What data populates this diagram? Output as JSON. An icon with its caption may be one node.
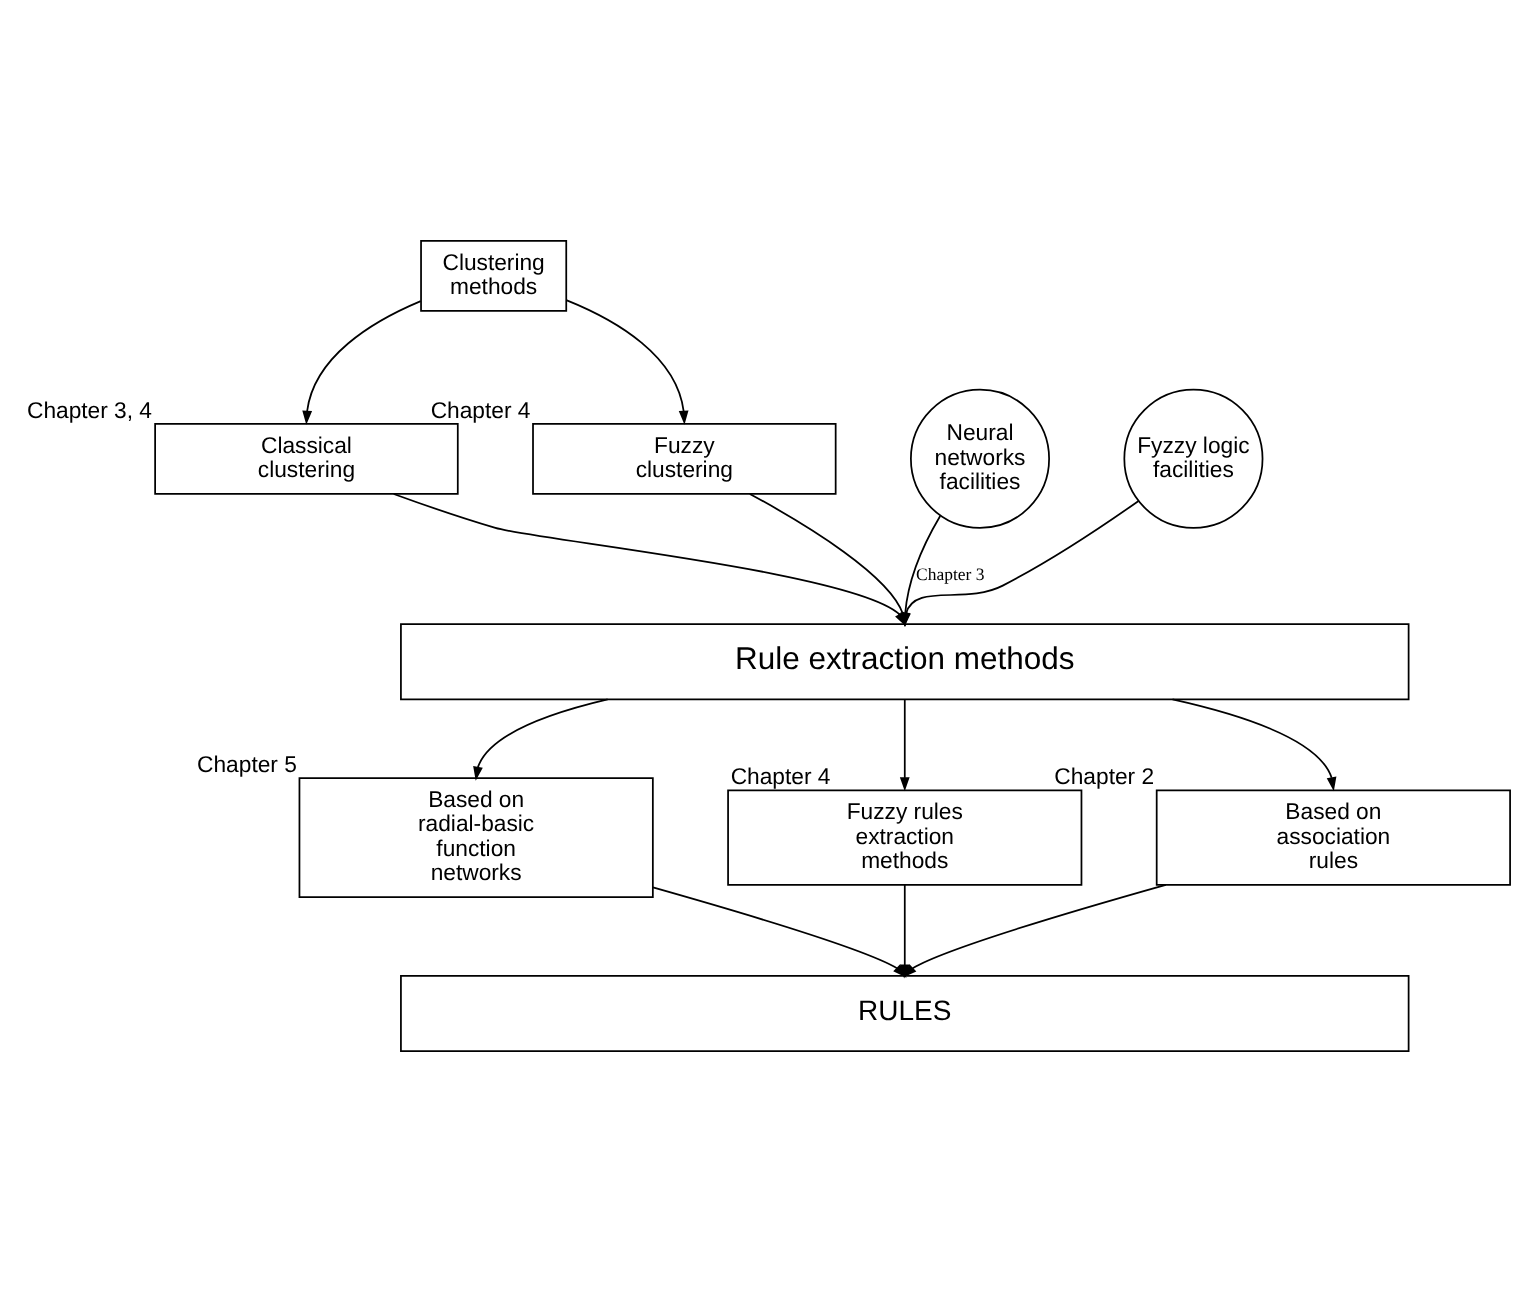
{
  "diagram": {
    "nodes": [
      {
        "text": [
          "Clustering methods"
        ]
      },
      {
        "text": [
          "Classical clustering"
        ],
        "beside": [
          "Chapter 3, 4"
        ]
      },
      {
        "text": [
          "Fuzzy clustering"
        ],
        "beside": [
          "Chapter 4"
        ]
      },
      {
        "text": [
          "Neural networks facilities"
        ]
      },
      {
        "text": [
          "Fyzzy logic facilities"
        ]
      },
      {
        "text": [
          "Rule extraction methods"
        ]
      },
      {
        "text": [
          "Based on radial-basic function networks"
        ],
        "beside": [
          "Chapter 5"
        ]
      },
      {
        "text": [
          "Fuzzy rules extraction methods"
        ],
        "beside": [
          "Chapter 4"
        ]
      },
      {
        "text": [
          "Based on association rules"
        ],
        "beside": [
          "Chapter 2"
        ]
      },
      {
        "text": [
          "RULES"
        ]
      }
    ],
    "edges": [
      {
        "from": 0,
        "to": 1,
        "arrow": "to"
      },
      {
        "from": 0,
        "to": 2,
        "arrow": "to"
      },
      {
        "from": 1,
        "to": 5,
        "arrow": "to"
      },
      {
        "from": 3,
        "to": 5,
        "arrow": "to",
        "label": "Chapter 3"
      },
      {
        "from": 2,
        "to": 5,
        "arrow": "to"
      },
      {
        "from": 4,
        "to": 5,
        "arrow": "to"
      },
      {
        "from": 5,
        "to": 6,
        "arrow": "to"
      },
      {
        "from": 5,
        "to": 7,
        "arrow": "to"
      },
      {
        "from": 5,
        "to": 8,
        "arrow": "to"
      },
      {
        "from": 6,
        "to": 9,
        "arrow": "to"
      },
      {
        "from": 7,
        "to": 9,
        "arrow": "to"
      },
      {
        "from": 8,
        "to": 9,
        "arrow": "to"
      }
    ]
  }
}
